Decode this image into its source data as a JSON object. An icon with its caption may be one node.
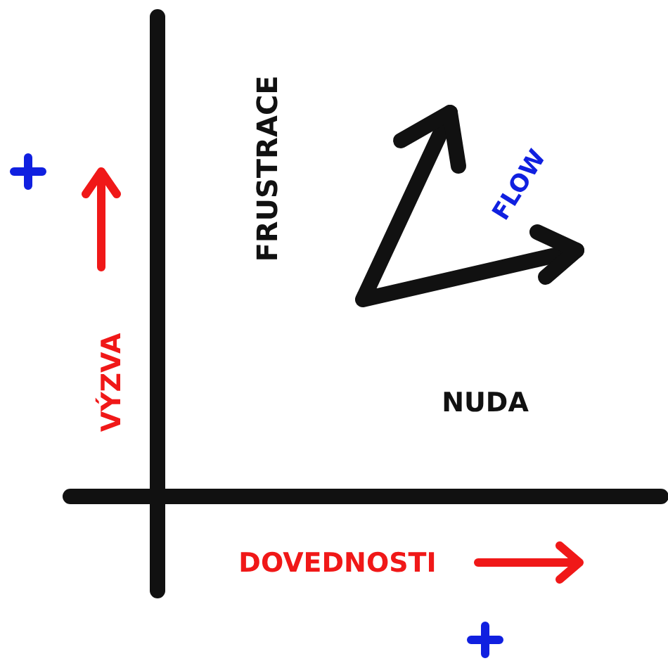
{
  "diagram": {
    "labels": [
      "FRUSTRACE",
      "FLOW",
      "VÝZVA",
      "NUDA",
      "DOVEDNOSTI"
    ]
  }
}
